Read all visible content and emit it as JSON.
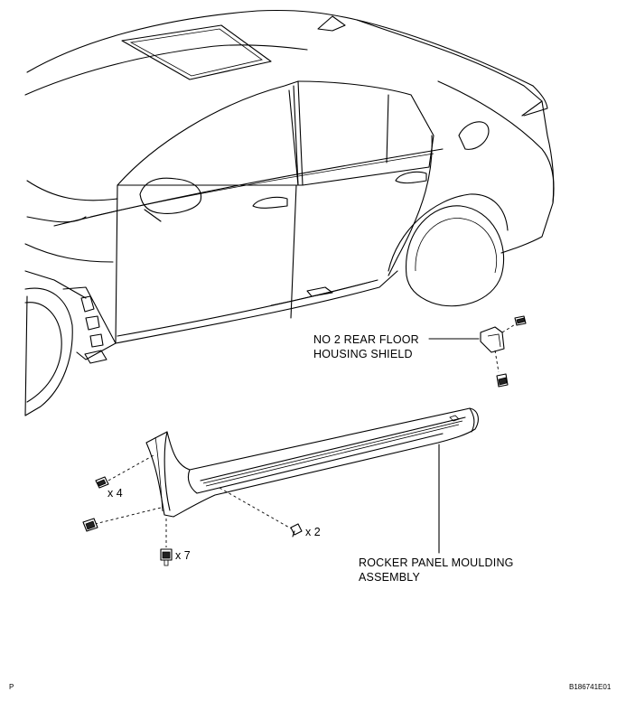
{
  "labels": {
    "shield_line1": "NO  2 REAR FLOOR",
    "shield_line2": "HOUSING SHIELD",
    "moulding_line1": "ROCKER PANEL MOULDING",
    "moulding_line2": "ASSEMBLY"
  },
  "quantities": {
    "upper_clip": "x 4",
    "lower_clip": "x 7",
    "screw": "x 2"
  },
  "footer": {
    "left_code": "P",
    "figure_id": "B186741E01"
  }
}
